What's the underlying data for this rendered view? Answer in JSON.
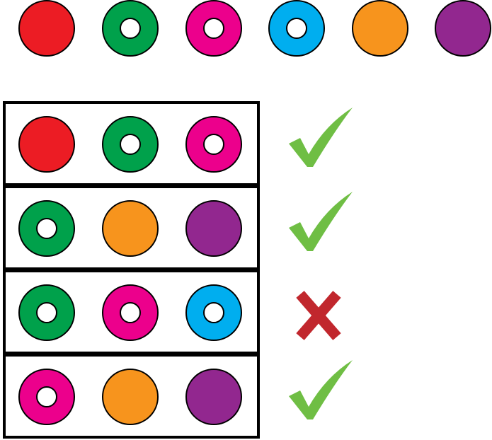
{
  "colors": {
    "red": "#ec1c24",
    "green": "#00a14b",
    "pink": "#ec008c",
    "blue": "#00aeef",
    "orange": "#f7941d",
    "purple": "#92278f",
    "check": "#6fbe44",
    "cross": "#c1272d"
  },
  "palette": [
    {
      "color": "red",
      "hole": false
    },
    {
      "color": "green",
      "hole": true
    },
    {
      "color": "pink",
      "hole": true
    },
    {
      "color": "blue",
      "hole": true
    },
    {
      "color": "orange",
      "hole": false
    },
    {
      "color": "purple",
      "hole": false
    }
  ],
  "rows": [
    {
      "items": [
        {
          "color": "red",
          "hole": false
        },
        {
          "color": "green",
          "hole": true
        },
        {
          "color": "pink",
          "hole": true
        }
      ],
      "mark": "check",
      "mark_icon": "checkmark-icon"
    },
    {
      "items": [
        {
          "color": "green",
          "hole": true
        },
        {
          "color": "orange",
          "hole": false
        },
        {
          "color": "purple",
          "hole": false
        }
      ],
      "mark": "check",
      "mark_icon": "checkmark-icon"
    },
    {
      "items": [
        {
          "color": "green",
          "hole": true
        },
        {
          "color": "pink",
          "hole": true
        },
        {
          "color": "blue",
          "hole": true
        }
      ],
      "mark": "cross",
      "mark_icon": "cross-icon"
    },
    {
      "items": [
        {
          "color": "pink",
          "hole": true
        },
        {
          "color": "orange",
          "hole": false
        },
        {
          "color": "purple",
          "hole": false
        }
      ],
      "mark": "check",
      "mark_icon": "checkmark-icon"
    }
  ]
}
